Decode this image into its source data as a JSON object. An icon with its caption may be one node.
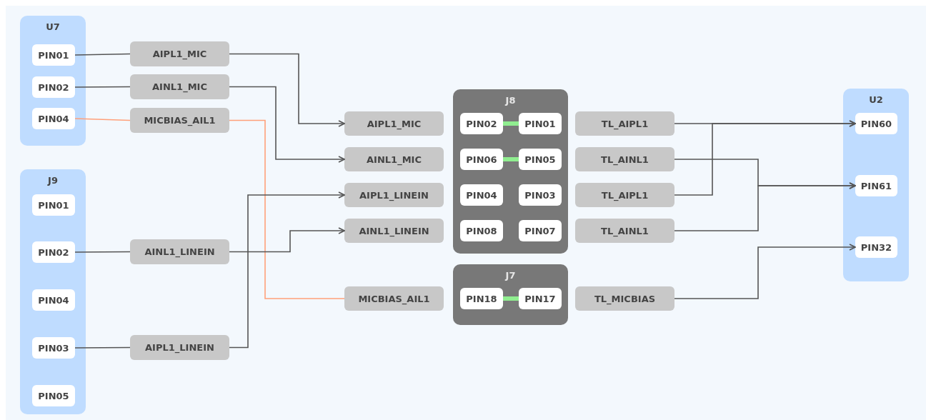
{
  "diagram": {
    "nodes": [
      {
        "text": [
          "U7"
        ]
      },
      {
        "text": [
          "PIN01"
        ],
        "in": 0
      },
      {
        "text": [
          "PIN02"
        ],
        "in": 0
      },
      {
        "text": [
          "PIN04"
        ],
        "in": 0
      },
      {
        "text": [
          "J9"
        ]
      },
      {
        "text": [
          "PIN01"
        ],
        "in": 4
      },
      {
        "text": [
          "PIN02"
        ],
        "in": 4
      },
      {
        "text": [
          "PIN04"
        ],
        "in": 4
      },
      {
        "text": [
          "PIN03"
        ],
        "in": 4
      },
      {
        "text": [
          "PIN05"
        ],
        "in": 4
      },
      {
        "text": [
          "AIPL1_MIC"
        ]
      },
      {
        "text": [
          "AINL1_MIC"
        ]
      },
      {
        "text": [
          "MICBIAS_AIL1"
        ]
      },
      {
        "text": [
          "AINL1_LINEIN"
        ]
      },
      {
        "text": [
          "AIPL1_LINEIN"
        ]
      },
      {
        "text": [
          "AIPL1_MIC"
        ]
      },
      {
        "text": [
          "AINL1_MIC"
        ]
      },
      {
        "text": [
          "AIPL1_LINEIN"
        ]
      },
      {
        "text": [
          "AINL1_LINEIN"
        ]
      },
      {
        "text": [
          "MICBIAS_AIL1"
        ]
      },
      {
        "text": [
          "J8"
        ]
      },
      {
        "text": [
          "PIN02"
        ],
        "in": 20
      },
      {
        "text": [
          "PIN01"
        ],
        "in": 20
      },
      {
        "text": [
          "PIN06"
        ],
        "in": 20
      },
      {
        "text": [
          "PIN05"
        ],
        "in": 20
      },
      {
        "text": [
          "PIN04"
        ],
        "in": 20
      },
      {
        "text": [
          "PIN03"
        ],
        "in": 20
      },
      {
        "text": [
          "PIN08"
        ],
        "in": 20
      },
      {
        "text": [
          "PIN07"
        ],
        "in": 20
      },
      {
        "text": [
          "J7"
        ]
      },
      {
        "text": [
          "PIN18"
        ],
        "in": 29
      },
      {
        "text": [
          "PIN17"
        ],
        "in": 29
      },
      {
        "text": [
          "TL_AIPL1"
        ]
      },
      {
        "text": [
          "TL_AINL1"
        ]
      },
      {
        "text": [
          "TL_AIPL1"
        ]
      },
      {
        "text": [
          "TL_AINL1"
        ]
      },
      {
        "text": [
          "TL_MICBIAS"
        ]
      },
      {
        "text": [
          "U2"
        ]
      },
      {
        "text": [
          "PIN60"
        ],
        "in": 37
      },
      {
        "text": [
          "PIN61"
        ],
        "in": 37
      },
      {
        "text": [
          "PIN32"
        ],
        "in": 37
      }
    ],
    "edges": [
      {
        "from": 1,
        "to": 10,
        "arrow": "none"
      },
      {
        "from": 2,
        "to": 11,
        "arrow": "none"
      },
      {
        "from": 3,
        "to": 12,
        "arrow": "none",
        "color": "#ffa07a"
      },
      {
        "from": 6,
        "to": 13,
        "arrow": "none"
      },
      {
        "from": 8,
        "to": 14,
        "arrow": "none"
      },
      {
        "from": 10,
        "to": 15,
        "arrow": "to"
      },
      {
        "from": 11,
        "to": 16,
        "arrow": "to"
      },
      {
        "from": 12,
        "to": 19,
        "arrow": "none",
        "color": "#ffa07a"
      },
      {
        "from": 13,
        "to": 18,
        "arrow": "to"
      },
      {
        "from": 14,
        "to": 17,
        "arrow": "to"
      },
      {
        "from": 21,
        "to": 22,
        "arrow": "none",
        "style": "thick",
        "color": "#90ee90"
      },
      {
        "from": 23,
        "to": 24,
        "arrow": "none",
        "style": "thick",
        "color": "#90ee90"
      },
      {
        "from": 30,
        "to": 31,
        "arrow": "none",
        "style": "thick",
        "color": "#90ee90"
      },
      {
        "from": 32,
        "to": 38,
        "arrow": "to"
      },
      {
        "from": 34,
        "to": 38,
        "arrow": "to"
      },
      {
        "from": 33,
        "to": 39,
        "arrow": "to"
      },
      {
        "from": 35,
        "to": 39,
        "arrow": "to"
      },
      {
        "from": 36,
        "to": 40,
        "arrow": "to"
      }
    ]
  }
}
